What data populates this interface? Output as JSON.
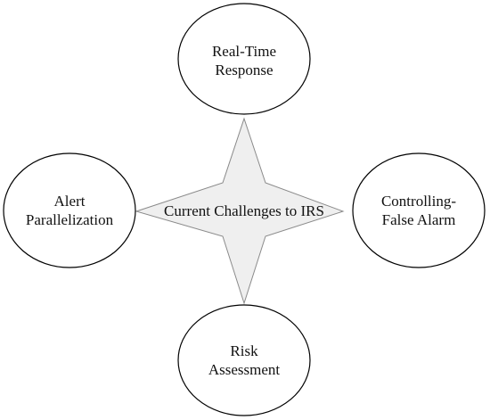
{
  "diagram": {
    "center": {
      "label": "Current Challenges to IRS"
    },
    "nodes": {
      "top": {
        "line1": "Real-Time",
        "line2": "Response"
      },
      "left": {
        "line1": "Alert",
        "line2": "Parallelization"
      },
      "right": {
        "line1": "Controlling-",
        "line2": "False Alarm"
      },
      "bottom": {
        "line1": "Risk",
        "line2": "Assessment"
      }
    },
    "colors": {
      "star_fill": "#efefef",
      "stroke": "#8a8a8a",
      "ellipse_stroke": "#000000",
      "text": "#111111"
    }
  }
}
